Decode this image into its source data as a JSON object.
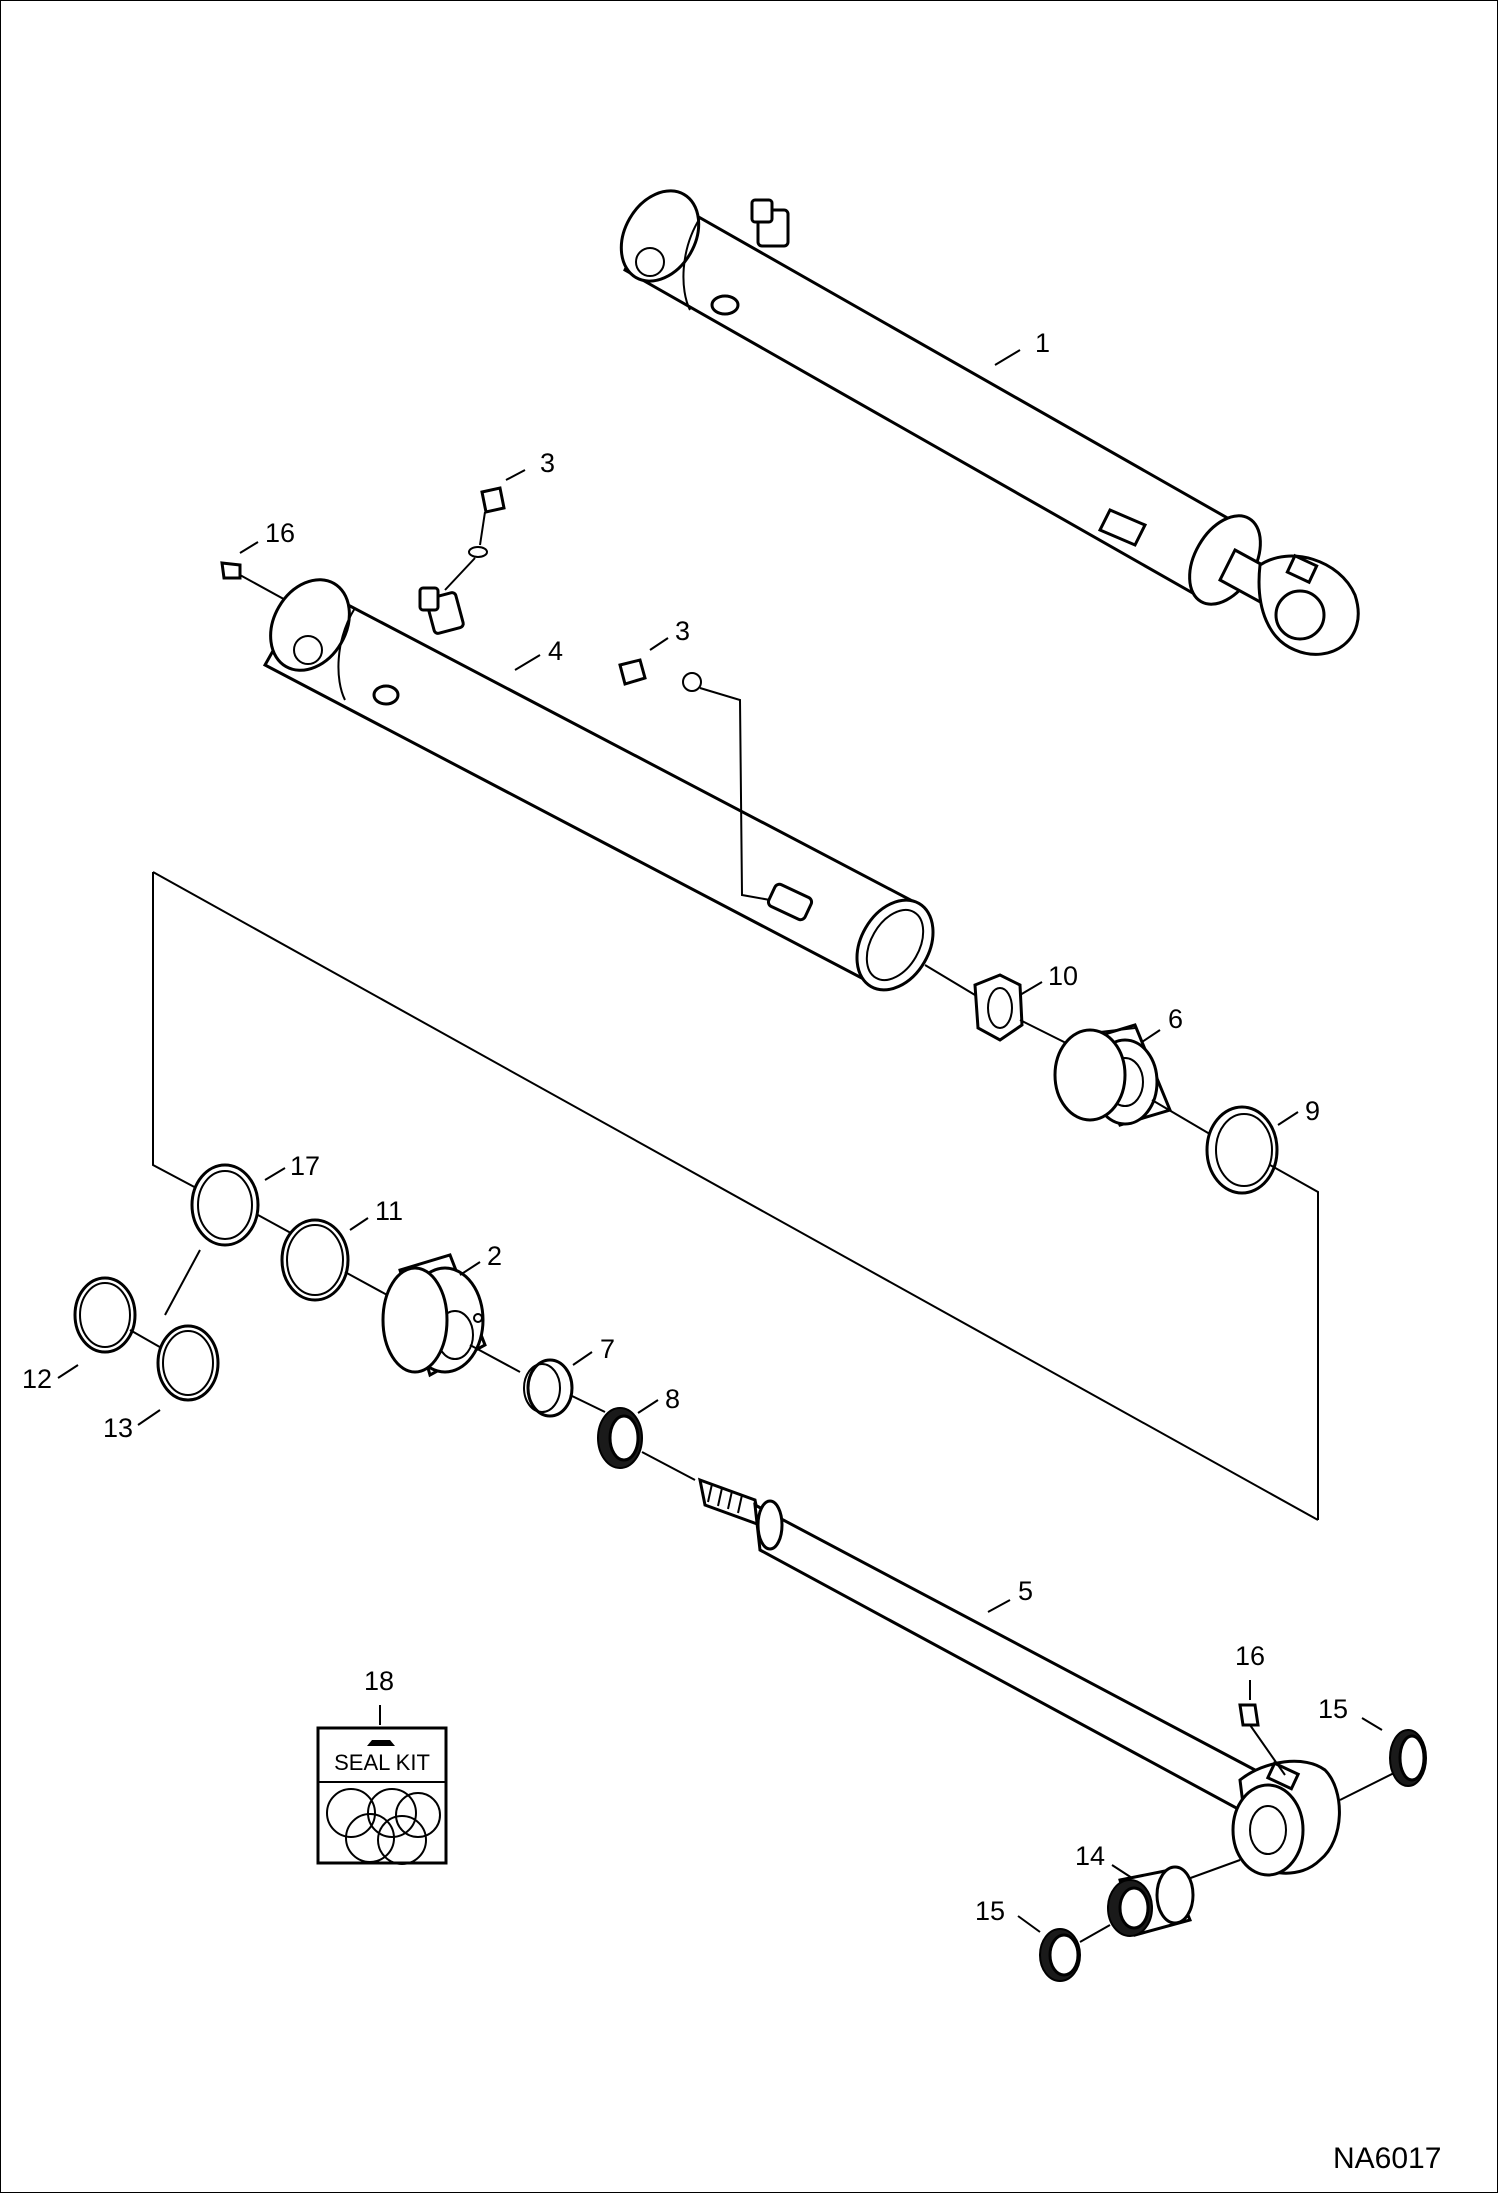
{
  "drawing_id": "NA6017",
  "seal_kit_text": "SEAL KIT",
  "callouts": [
    {
      "id": "c1",
      "text": "1"
    },
    {
      "id": "c3a",
      "text": "3"
    },
    {
      "id": "c16a",
      "text": "16"
    },
    {
      "id": "c4",
      "text": "4"
    },
    {
      "id": "c3b",
      "text": "3"
    },
    {
      "id": "c10",
      "text": "10"
    },
    {
      "id": "c6",
      "text": "6"
    },
    {
      "id": "c9",
      "text": "9"
    },
    {
      "id": "c17",
      "text": "17"
    },
    {
      "id": "c11",
      "text": "11"
    },
    {
      "id": "c2",
      "text": "2"
    },
    {
      "id": "c12",
      "text": "12"
    },
    {
      "id": "c13",
      "text": "13"
    },
    {
      "id": "c7",
      "text": "7"
    },
    {
      "id": "c8",
      "text": "8"
    },
    {
      "id": "c5",
      "text": "5"
    },
    {
      "id": "c18",
      "text": "18"
    },
    {
      "id": "c16b",
      "text": "16"
    },
    {
      "id": "c15a",
      "text": "15"
    },
    {
      "id": "c14",
      "text": "14"
    },
    {
      "id": "c15b",
      "text": "15"
    }
  ]
}
